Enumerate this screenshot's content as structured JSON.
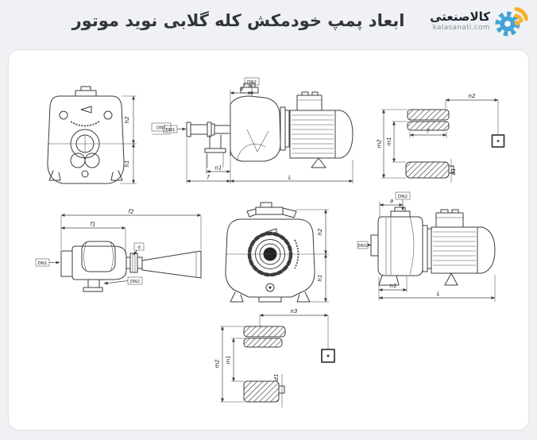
{
  "header": {
    "title": "ابعاد پمپ خودمکش کله گلابی نوید موتور",
    "logo": {
      "brand": "کالاصنعتی",
      "domain": "kalasanati.com"
    }
  },
  "colors": {
    "gear_blue": "#41a3d6",
    "signal_yellow": "#f6b02d",
    "line": "#3c3c3c"
  },
  "views": {
    "front1": {
      "h2": "h2",
      "h1": "h1",
      "dn1": "DN1"
    },
    "side1": {
      "dn2": "DN2",
      "a": "a",
      "dn1": "DN1",
      "n1": "n1",
      "f": "f",
      "l": "L"
    },
    "plan1": {
      "n2": "n2",
      "m2": "m2",
      "m1": "m1",
      "f": "f",
      "d1": "d1"
    },
    "top": {
      "f2": "f2",
      "f1": "f1",
      "dn1": "DN1",
      "d": "d",
      "dn2": "DN2"
    },
    "front2": {
      "h2": "h2",
      "h1": "h1"
    },
    "side2": {
      "dn2": "DN2",
      "a": "a",
      "dn1": "DN1",
      "n1": "n1",
      "l": "L"
    },
    "plan2": {
      "n3": "n3",
      "m2": "m2",
      "m1": "m1",
      "d1": "d1"
    }
  }
}
